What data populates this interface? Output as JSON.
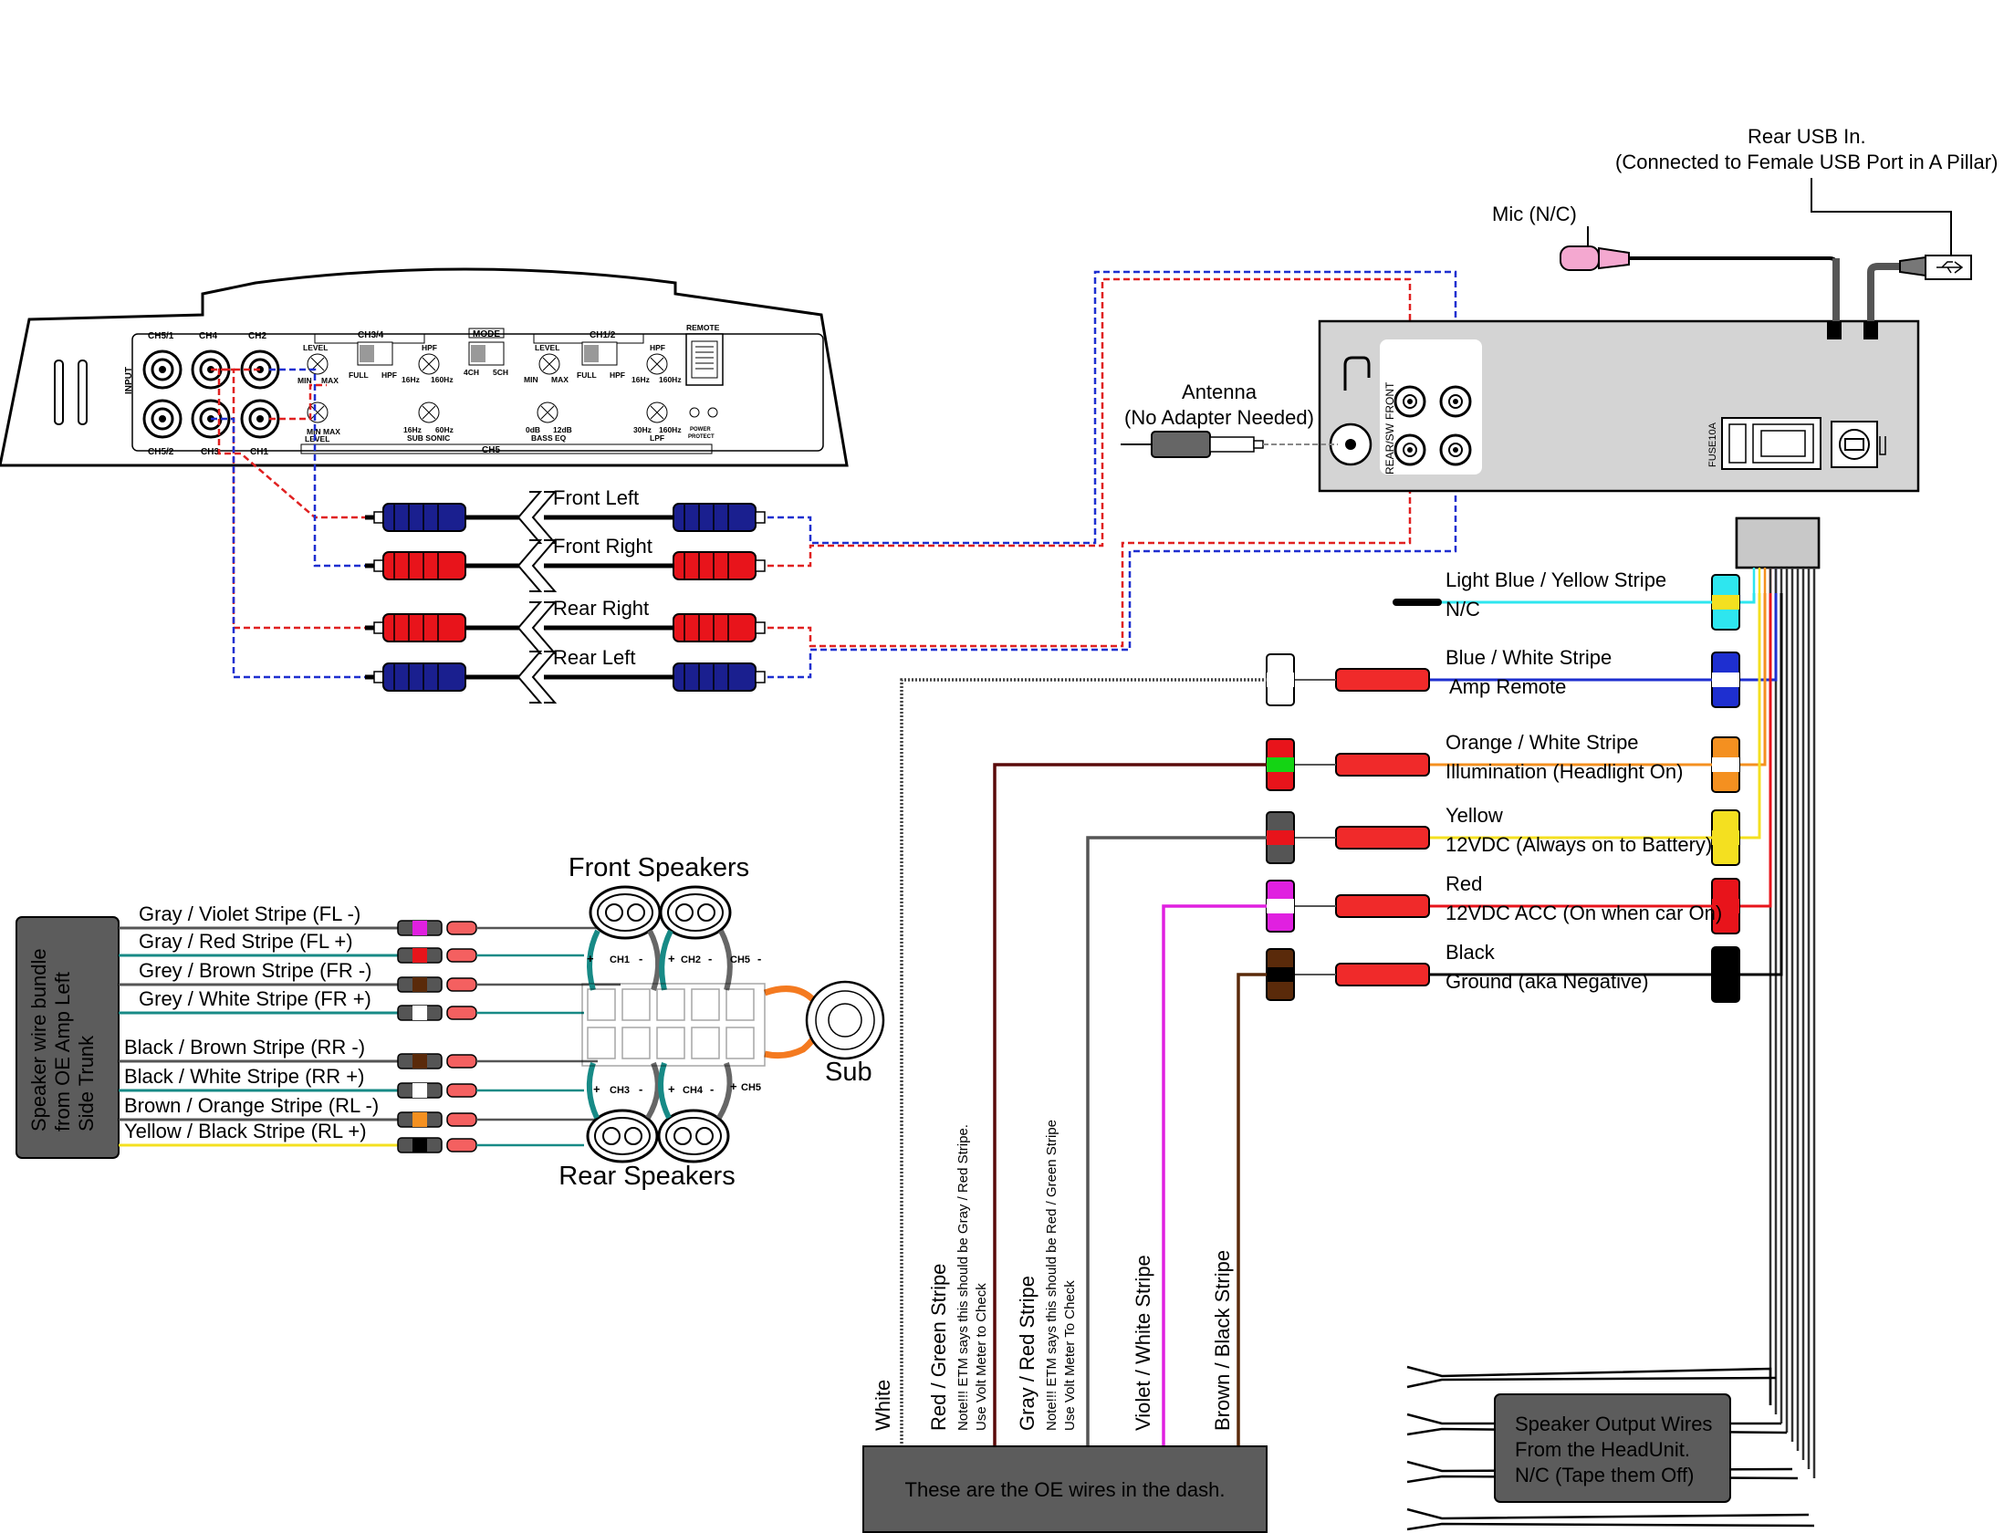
{
  "colors": {
    "red": "#e02020",
    "blue": "#1e2fd0",
    "rca_red": "#e8141b",
    "rca_blue": "#1a1f8f",
    "bundle_box": "#5c5c5c",
    "brown": "#5a2a0a",
    "violet": "#e020e0",
    "gray": "#555555",
    "cyan": "#2ee6ef",
    "yellow": "#f4e020",
    "orange": "#f49020",
    "teal": "#178a86"
  },
  "amp": {
    "input_label": "INPUT",
    "remote_label": "REMOTE",
    "ch51": "CH5/1",
    "ch4": "CH4",
    "ch2": "CH2",
    "ch52": "CH5/2",
    "ch3": "CH3",
    "ch1": "CH1",
    "ch34": "CH3/4",
    "mode": "MODE",
    "ch12": "CH1/2",
    "ch5": "CH5",
    "level": "LEVEL",
    "min": "MIN",
    "max": "MAX",
    "full": "FULL",
    "hpf": "HPF",
    "hz16": "16Hz",
    "hz160": "160Hz",
    "ch4mode": "4CH",
    "ch5mode": "5CH",
    "hz60": "60Hz",
    "sub_sonic": "SUB SONIC",
    "db0": "0dB",
    "db12": "12dB",
    "bass_eq": "BASS EQ",
    "hz30": "30Hz",
    "lpf": "LPF",
    "power": "POWER",
    "protect": "PROTECT"
  },
  "rca_cables": [
    {
      "label": "Front Left",
      "color": "blue"
    },
    {
      "label": "Front Right",
      "color": "red"
    },
    {
      "label": "Rear Right",
      "color": "red"
    },
    {
      "label": "Rear Left",
      "color": "blue"
    }
  ],
  "headunit": {
    "front": "FRONT",
    "rear_sw": "REAR/SW",
    "fuse": "FUSE10A",
    "antenna_title": "Antenna",
    "antenna_note": "(No Adapter Needed)",
    "mic": "Mic (N/C)",
    "usb_title": "Rear USB In.",
    "usb_note": "(Connected to Female USB Port in A Pillar)"
  },
  "harness": [
    {
      "line1": "Light Blue / Yellow Stripe",
      "line2": "N/C",
      "color": "#2ee6ef",
      "stripe": "#f4e020"
    },
    {
      "line1": "Blue / White Stripe",
      "line2": "Amp Remote",
      "color": "#1e2fd0",
      "stripe": "#ffffff"
    },
    {
      "line1": "Orange / White Stripe",
      "line2": "Illumination (Headlight On)",
      "color": "#f49020",
      "stripe": "#ffffff"
    },
    {
      "line1": "Yellow",
      "line2": "12VDC (Always on to Battery)",
      "color": "#f4e020",
      "stripe": "#f4e020"
    },
    {
      "line1": "Red",
      "line2": "12VDC ACC (On when car On)",
      "color": "#e8141b",
      "stripe": "#e8141b"
    },
    {
      "line1": "Black",
      "line2": "Ground (aka Negative)",
      "color": "#000000",
      "stripe": "#000000"
    }
  ],
  "oe_wires": {
    "box_label": "These are the OE wires in the dash.",
    "white": "White",
    "red_green": "Red / Green Stripe",
    "red_green_note1": "Note!!! ETM says this should be  Gray / Red Stripe.",
    "red_green_note2": "Use Volt Meter to Check",
    "gray_red": "Gray / Red Stripe",
    "gray_red_note1": "Note!!! ETM says this should be Red / Green Stripe",
    "gray_red_note2": "Use Volt Meter To Check",
    "violet_white": "Violet / White Stripe",
    "brown_black": "Brown / Black Stripe"
  },
  "speaker_output": {
    "line1": "Speaker Output Wires",
    "line2": "From the HeadUnit.",
    "line3": "N/C (Tape them Off)"
  },
  "bundle": {
    "line1": "Speaker wire bundle",
    "line2": "from OE Amp Left",
    "line3": "Side Trunk"
  },
  "speaker_wires": [
    {
      "label": "Gray / Violet Stripe (FL -)",
      "color": "#555555",
      "stripe": "#e020e0"
    },
    {
      "label": "Gray / Red Stripe (FL +)",
      "color": "#178a86",
      "stripe": "#e8141b"
    },
    {
      "label": "Grey / Brown Stripe (FR -)",
      "color": "#555555",
      "stripe": "#5a2a0a"
    },
    {
      "label": "Grey / White Stripe (FR +)",
      "color": "#178a86",
      "stripe": "#ffffff"
    },
    {
      "label": "Black / Brown Stripe (RR -)",
      "color": "#555555",
      "stripe": "#5a2a0a"
    },
    {
      "label": "Black / White Stripe (RR +)",
      "color": "#178a86",
      "stripe": "#ffffff"
    },
    {
      "label": "Brown / Orange Stripe (RL -)",
      "color": "#555555",
      "stripe": "#f49020"
    },
    {
      "label": "Yellow / Black Stripe (RL +)",
      "color": "#f4e020",
      "stripe": "#000000"
    }
  ],
  "speakers": {
    "front_title": "Front Speakers",
    "rear_title": "Rear Speakers",
    "sub": "Sub",
    "ch1": "CH1",
    "ch2": "CH2",
    "ch3": "CH3",
    "ch4": "CH4",
    "ch5": "CH5",
    "plus": "+",
    "minus": "-"
  }
}
